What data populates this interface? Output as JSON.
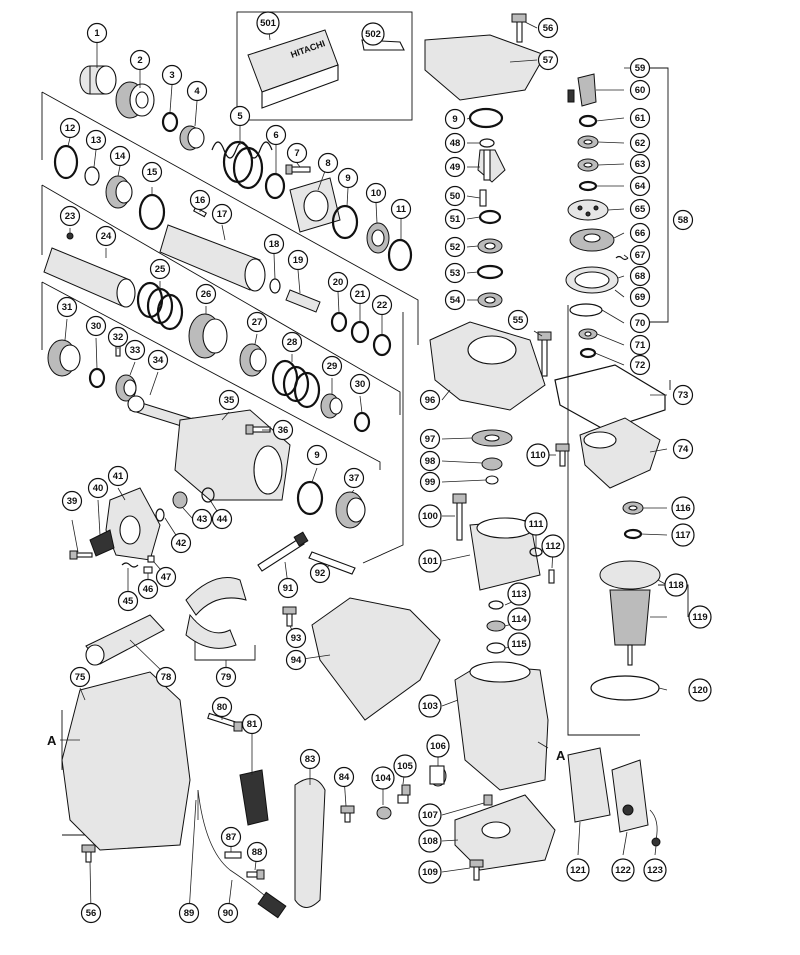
{
  "diagram": {
    "section_marks": [
      {
        "id": "A-left",
        "label": "A"
      },
      {
        "id": "A-right",
        "label": "A"
      }
    ],
    "callouts": [
      {
        "n": "1"
      },
      {
        "n": "2"
      },
      {
        "n": "3"
      },
      {
        "n": "4"
      },
      {
        "n": "5"
      },
      {
        "n": "6"
      },
      {
        "n": "7"
      },
      {
        "n": "8"
      },
      {
        "n": "9"
      },
      {
        "n": "10"
      },
      {
        "n": "11"
      },
      {
        "n": "12"
      },
      {
        "n": "13"
      },
      {
        "n": "14"
      },
      {
        "n": "15"
      },
      {
        "n": "16"
      },
      {
        "n": "17"
      },
      {
        "n": "18"
      },
      {
        "n": "19"
      },
      {
        "n": "20"
      },
      {
        "n": "21"
      },
      {
        "n": "22"
      },
      {
        "n": "23"
      },
      {
        "n": "24"
      },
      {
        "n": "25"
      },
      {
        "n": "26"
      },
      {
        "n": "27"
      },
      {
        "n": "28"
      },
      {
        "n": "29"
      },
      {
        "n": "30"
      },
      {
        "n": "31"
      },
      {
        "n": "30"
      },
      {
        "n": "32"
      },
      {
        "n": "33"
      },
      {
        "n": "34"
      },
      {
        "n": "35"
      },
      {
        "n": "36"
      },
      {
        "n": "9"
      },
      {
        "n": "37"
      },
      {
        "n": "39"
      },
      {
        "n": "40"
      },
      {
        "n": "41"
      },
      {
        "n": "42"
      },
      {
        "n": "43"
      },
      {
        "n": "44"
      },
      {
        "n": "45"
      },
      {
        "n": "46"
      },
      {
        "n": "47"
      },
      {
        "n": "75"
      },
      {
        "n": "78"
      },
      {
        "n": "79"
      },
      {
        "n": "80"
      },
      {
        "n": "81"
      },
      {
        "n": "83"
      },
      {
        "n": "84"
      },
      {
        "n": "56"
      },
      {
        "n": "87"
      },
      {
        "n": "88"
      },
      {
        "n": "89"
      },
      {
        "n": "90"
      },
      {
        "n": "91"
      },
      {
        "n": "92"
      },
      {
        "n": "93"
      },
      {
        "n": "94"
      },
      {
        "n": "501"
      },
      {
        "n": "502"
      },
      {
        "n": "56"
      },
      {
        "n": "57"
      },
      {
        "n": "9"
      },
      {
        "n": "48"
      },
      {
        "n": "49"
      },
      {
        "n": "50"
      },
      {
        "n": "51"
      },
      {
        "n": "52"
      },
      {
        "n": "53"
      },
      {
        "n": "54"
      },
      {
        "n": "55"
      },
      {
        "n": "96"
      },
      {
        "n": "97"
      },
      {
        "n": "98"
      },
      {
        "n": "99"
      },
      {
        "n": "100"
      },
      {
        "n": "101"
      },
      {
        "n": "110"
      },
      {
        "n": "111"
      },
      {
        "n": "112"
      },
      {
        "n": "113"
      },
      {
        "n": "114"
      },
      {
        "n": "115"
      },
      {
        "n": "103"
      },
      {
        "n": "104"
      },
      {
        "n": "105"
      },
      {
        "n": "106"
      },
      {
        "n": "107"
      },
      {
        "n": "108"
      },
      {
        "n": "109"
      },
      {
        "n": "59"
      },
      {
        "n": "60"
      },
      {
        "n": "61"
      },
      {
        "n": "62"
      },
      {
        "n": "63"
      },
      {
        "n": "64"
      },
      {
        "n": "65"
      },
      {
        "n": "66"
      },
      {
        "n": "67"
      },
      {
        "n": "68"
      },
      {
        "n": "69"
      },
      {
        "n": "70"
      },
      {
        "n": "71"
      },
      {
        "n": "72"
      },
      {
        "n": "58"
      },
      {
        "n": "73"
      },
      {
        "n": "74"
      },
      {
        "n": "116"
      },
      {
        "n": "117"
      },
      {
        "n": "118"
      },
      {
        "n": "119"
      },
      {
        "n": "120"
      },
      {
        "n": "121"
      },
      {
        "n": "122"
      },
      {
        "n": "123"
      }
    ],
    "case_logo": "HITACHI"
  }
}
